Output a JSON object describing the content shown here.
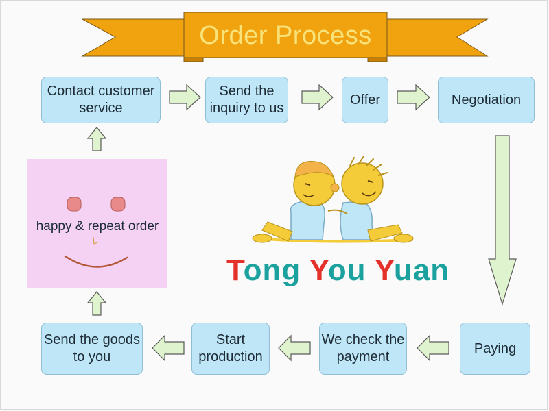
{
  "banner": {
    "title": "Order Process"
  },
  "steps": {
    "contact": "Contact customer service",
    "inquiry": "Send the inquiry to us",
    "offer": "Offer",
    "negotiation": "Negotiation",
    "paying": "Paying",
    "check_payment": "We check the payment",
    "production": "Start production",
    "send_goods": "Send the goods to you"
  },
  "happy_panel": {
    "text": "happy & repeat order"
  },
  "brand": {
    "parts": [
      {
        "letter": "T",
        "rest": "ong "
      },
      {
        "letter": "Y",
        "rest": "ou "
      },
      {
        "letter": "Y",
        "rest": "uan"
      }
    ]
  },
  "colors": {
    "box_fill": "#bfe6f6",
    "arrow_fill": "#dff3cf",
    "banner_fill": "#f0a20f",
    "banner_text": "#f7e37a",
    "panel_fill": "#f5d2f4",
    "brand_red": "#e4312b",
    "brand_teal": "#1ba29e"
  },
  "icons": {
    "logo": "two-kids-sitting-back-to-back-icon",
    "smiley": "smiley-face-icon",
    "arrow": "right-arrow-icon"
  }
}
